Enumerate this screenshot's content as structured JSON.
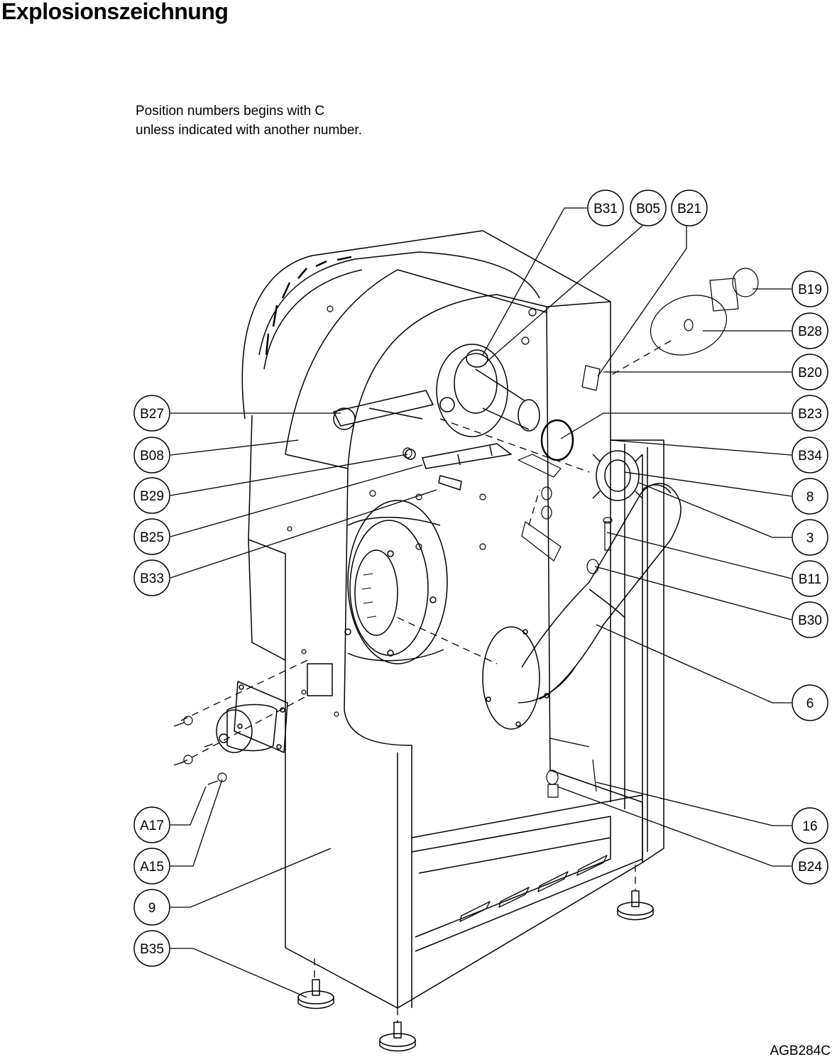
{
  "title": "Explosionszeichnung",
  "note": {
    "line1": "Position numbers begins with C",
    "line2": "unless indicated with another number."
  },
  "drawing_code": "AGB284C",
  "callouts": {
    "left": [
      "B27",
      "B08",
      "B29",
      "B25",
      "B33",
      "A17",
      "A15",
      "9",
      "B35"
    ],
    "top": [
      "B31",
      "B05",
      "B21"
    ],
    "right": [
      "B19",
      "B28",
      "B20",
      "B23",
      "B34",
      "8",
      "3",
      "B11",
      "B30",
      "6",
      "16",
      "B24"
    ]
  }
}
